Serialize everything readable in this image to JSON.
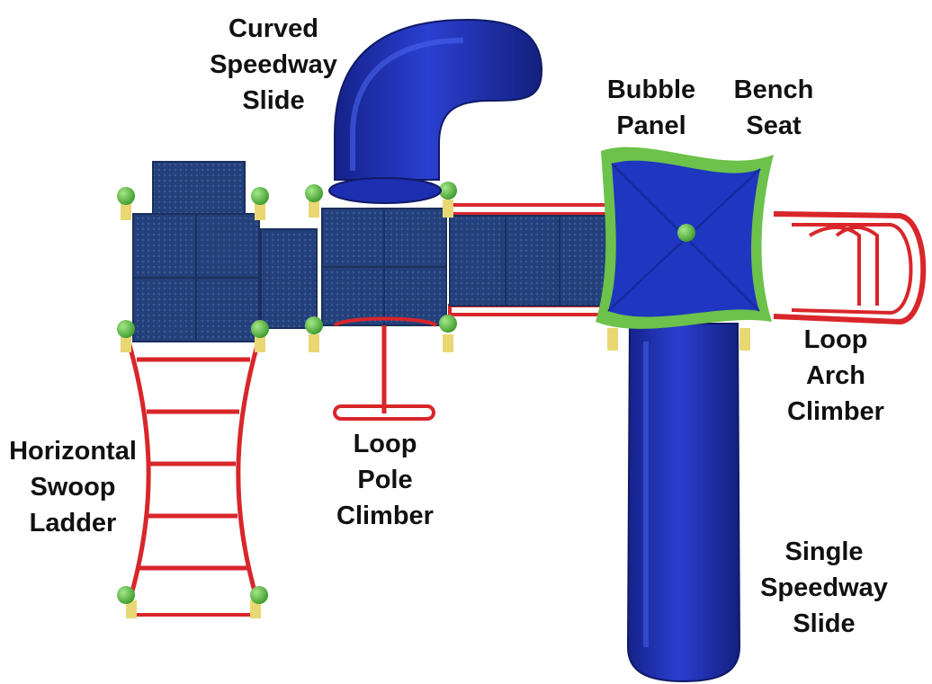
{
  "labels": {
    "curved_speedway_slide": [
      "Curved",
      "Speedway",
      "Slide"
    ],
    "bubble_panel": [
      "Bubble",
      "Panel"
    ],
    "bench_seat": [
      "Bench",
      "Seat"
    ],
    "loop_arch_climber": [
      "Loop",
      "Arch",
      "Climber"
    ],
    "horizontal_swoop_ladder": [
      "Horizontal",
      "Swoop",
      "Ladder"
    ],
    "loop_pole_climber": [
      "Loop",
      "Pole",
      "Climber"
    ],
    "single_speedway_slide": [
      "Single",
      "Speedway",
      "Slide"
    ]
  },
  "colors": {
    "deck_blue": "#24407a",
    "slide_blue": "#1c2fb0",
    "rail_red": "#d8262b",
    "ball_green": "#4fb83a",
    "post_yellow": "#e9d774",
    "trim_green": "#6cc24a",
    "label_text": "#111111"
  }
}
